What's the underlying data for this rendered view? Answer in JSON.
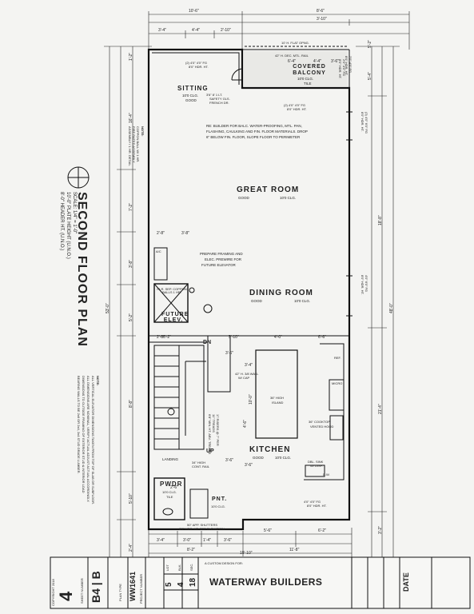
{
  "plan": {
    "title": "SECOND FLOOR PLAN",
    "scale": "SCALE: 1/4\" = 1'-0\"",
    "plate_height": "10'-0\" PLATE HEIGHT (U.N.O.)",
    "header_height": "8'-0\" HEADER HT. (U.N.O.)",
    "note_side_1": "NOTE:",
    "note_side_1_text": [
      "COPPON BALL W/ 1 HR.",
      "FIRE RATED ASSEMBLY",
      "ASSEMBLY / 1 HR. DETAIL"
    ],
    "note_side_2": "NOTE:",
    "note_side_2_text": [
      "ALL VERTICAL ELEVATOR DIMENSIONS TAKEN FROM TOP OF SLAB OR SUBFLOOR.",
      "ALL DIMENSIONS ARE NOMINAL, VERIFY ACTUAL ADJUST ACTUAL ACCORDINGLY.",
      "DIMENSIONS TO OUTSIDE FRAMING OF EXTERIOR STUD & INTERIOR LOAD",
      "BEARING WALLS TO BE 2x6 OR 2x4, 2x4 STUD GRADE LUMBER."
    ]
  },
  "rooms": {
    "sitting": {
      "name": "SITTING",
      "ceiling": "10'0 CLG.",
      "floor": "GOOD"
    },
    "covered_balcony": {
      "name": "COVERED BALCONY",
      "ceiling": "10'0 CLG.",
      "floor": "TILE"
    },
    "great_room": {
      "name": "GREAT ROOM",
      "floor": "GOOD",
      "ceiling": "10'0 CLG."
    },
    "dining_room": {
      "name": "DINING ROOM",
      "floor": "GOOD",
      "ceiling": "10'0 CLG."
    },
    "kitchen": {
      "name": "KITCHEN",
      "floor": "GOOD",
      "ceiling": "10'0 CLG."
    },
    "future_elev": {
      "name": "FUTURE ELEV.",
      "sub": "HLR. SEP. COPPON BALLS 1 HR."
    },
    "pwdr": {
      "name": "PWDR",
      "ceiling": "10'0 CLG.",
      "floor": "TILE"
    },
    "pnt": {
      "name": "PNT.",
      "ceiling": "10'0 CLG."
    },
    "landing": {
      "name": "LANDING"
    },
    "up": {
      "name": "UP"
    },
    "dn": {
      "name": "DN"
    }
  },
  "notes": {
    "balcony_note": [
      "RE: BUILDER FOR BALC. WATER-PROOFING, MTL. PAN,",
      "FLASHING, CAULKING AND FIN. FLOOR MATERIALS. DROP",
      "6\" BELOW FIN. FLOOR, SLOPE FLOOR TO PERIMETER"
    ],
    "elevator_note": [
      "PREPARE FRAMING AND",
      "ELEC. PREWIRE FOR",
      "FUTURE ELEVATOR"
    ],
    "flat_opng": "10' H. FLAT OPNG.",
    "dec_rail": "42\" H. DEC. MTL. RAIL",
    "french_dr": [
      "3'6\" 8' 1 LT.",
      "SAFETY GLS.",
      "FRENCH DR."
    ],
    "high_island": [
      "36\" HIGH",
      "ISLAND"
    ],
    "ledge": [
      "42\" H. 3/8 WALL",
      "W/ CAP"
    ],
    "stair_note": [
      "17 RISERS @ 7\" PER",
      "11\" TREADS",
      "6'8\" MIN. HT. ABV. TREADS"
    ],
    "sink": [
      "DBL. SINK",
      "W/ DISP."
    ],
    "hood": "VENTED HOOD",
    "cooktop": "36\" COOKTOP",
    "micro": "MICRO",
    "dw": "D.W.",
    "ref": "REF.",
    "handrail": [
      "34\" HIGH",
      "CONT. RAIL"
    ],
    "shutters": [
      "50\" APP. SHUTTERS",
      "8'0\" HDR. HT. SEE ELEVATION"
    ],
    "ab_box": "A/C",
    "win_1": [
      "(2) 4'0\" 4'0\" FG",
      "8'0\" HDR. HT."
    ],
    "win_2": [
      "(2) 4'0\" 4'0\" FG",
      "8'0\" HDR. HT."
    ],
    "win_3": [
      "(3) 4'0\" 6'0\" FG",
      "8'0\" HDR. HT."
    ],
    "win_4": [
      "4'0\" 6'0\" FG",
      "8'0\" HDR. HT."
    ],
    "win_5": [
      "4'0\" 4'0\" FG",
      "8'0\" HDR. HT."
    ],
    "win_6": [
      "2'0\" 4'0\" FG",
      "8'0\" HDR. HT."
    ],
    "win_7": [
      "2'0\" 4'0\" FG",
      "8'0\" HDR. HT."
    ]
  },
  "dimensions": {
    "top_overall": [
      "10'-6\"",
      "8'-6\""
    ],
    "top_sub": [
      "3'-4\"",
      "4'-4\"",
      "2'-10\"",
      "3'-10\""
    ],
    "top_balc": [
      "6'-4\"",
      "4'-4\"",
      "3'-6\""
    ],
    "left_chain": [
      "1'-2\"",
      "16'-4\"",
      "7'-2\"",
      "3'-8\"",
      "5'-2\"",
      "8'-8\"",
      "5'-10\"",
      "2'-4\""
    ],
    "left_total": "53'-0\"",
    "right_chain": [
      "5'-4\"",
      "5'-2\"",
      "18'-8\"",
      "21'-4\"",
      "3'-2\""
    ],
    "right_total": "48'-0\"",
    "bottom_sub": [
      "3'-4\"",
      "3'-0\"",
      "1'-4\"",
      "3'-6\"",
      "5'-6\"",
      "6'-2\""
    ],
    "bottom_mid": [
      "8'-2\"",
      "11'-8\""
    ],
    "bottom_total": "19'-10\"",
    "interior": [
      "2'-8\"",
      "3'-8\"",
      "6'-2\"",
      "5'-10\"",
      "4'-0\"",
      "6'-6\"",
      "2'-6\"",
      "3'-6\"",
      "3'-6\"",
      "3'-6\"",
      "10'-0\"",
      "4'-6\"",
      "2'-8\"",
      "3'-4\""
    ]
  },
  "title_block": {
    "sheet_number": "4",
    "sheet_label": "SHEET NUMBER",
    "plan_type": "B4 | B",
    "plan_label": "PLAN TYPE",
    "project": "WW1641",
    "project_label": "PROJECT NUMBER",
    "lot_block": [
      "5",
      "4",
      "18"
    ],
    "lot_labels": [
      "LOT",
      "BLK.",
      "SEC."
    ],
    "custom_design": "A CUSTOM DESIGN FOR:",
    "builder": "WATERWAY BUILDERS",
    "date_label": "DATE",
    "designer_note": "COPYRIGHT 2018"
  }
}
